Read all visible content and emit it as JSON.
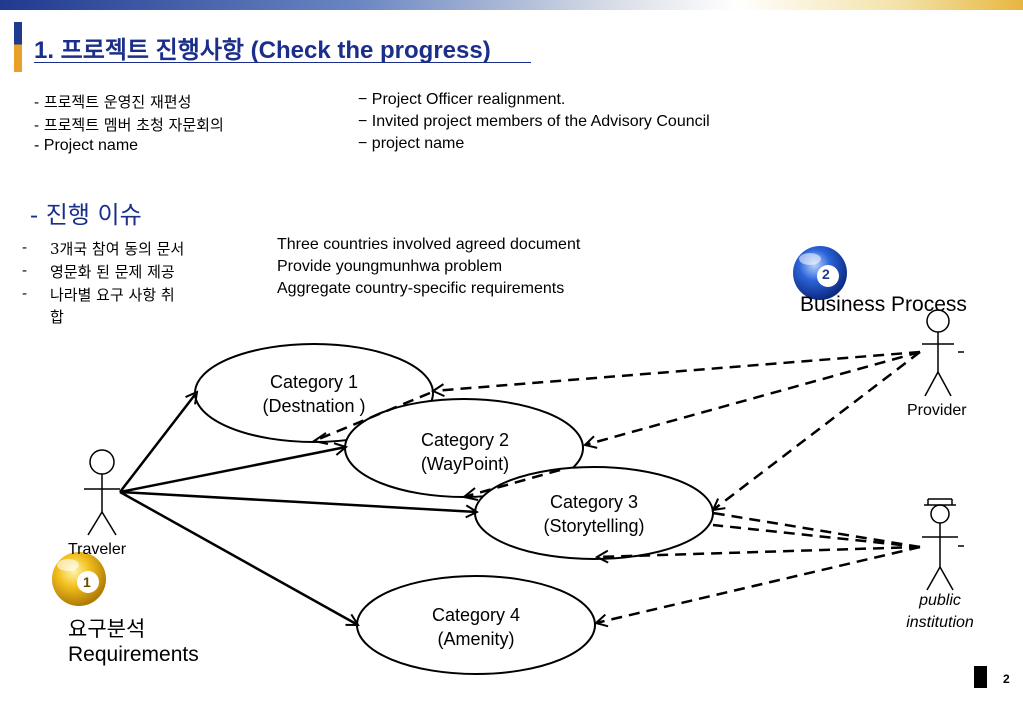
{
  "header": {
    "title": "1. 프로젝트 진행사항 (Check the progress)"
  },
  "intro": {
    "korean_items": [
      "- 프로젝트 운영진 재편성",
      "- 프로젝트 멤버 초청 자문회의",
      "- Project name"
    ],
    "english_items": [
      "− Project Officer realignment.",
      "− Invited project members of the Advisory Council",
      "− project name"
    ]
  },
  "issues": {
    "heading": "- 진행 이슈",
    "korean_bullets": [
      {
        "dash": "-",
        "text": "3개국 참여 동의 문서"
      },
      {
        "dash": "-",
        "text": "영문화 된 문제 제공"
      },
      {
        "dash": "-",
        "text": "나라별 요구 사항 취"
      },
      {
        "dash": "",
        "text": "합"
      }
    ],
    "english_items": [
      "Three countries involved agreed document",
      "Provide youngmunhwa problem",
      "Aggregate country-specific requirements"
    ]
  },
  "diagram": {
    "actors": {
      "traveler": "Traveler",
      "provider": "Provider",
      "public_line1": "public",
      "public_line2": "institution"
    },
    "use_cases": [
      {
        "line1": "Category 1",
        "line2": "(Destnation )"
      },
      {
        "line1": "Category 2",
        "line2": "(WayPoint)"
      },
      {
        "line1": "Category 3",
        "line2": "(Storytelling)"
      },
      {
        "line1": "Category 4",
        "line2": "(Amenity)"
      }
    ],
    "badge1": {
      "number": "1",
      "label_ko": "요구분석",
      "label_en": "Requirements",
      "color": "#f2c01e"
    },
    "badge2": {
      "number": "2",
      "label_en": "Business Process",
      "color": "#1f4fc8"
    }
  },
  "footer": {
    "page_number": "2"
  }
}
